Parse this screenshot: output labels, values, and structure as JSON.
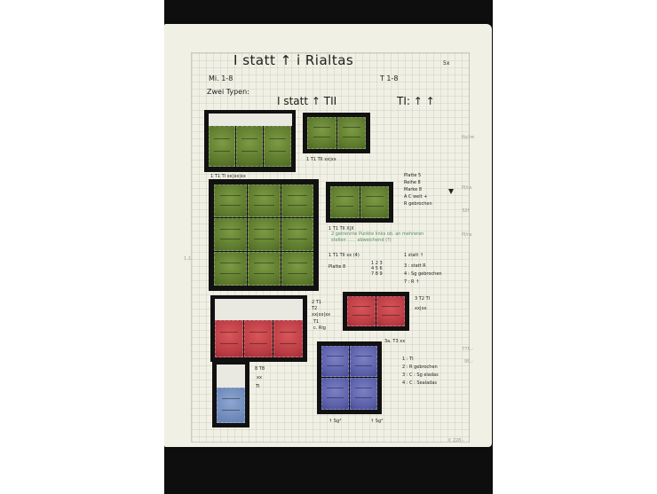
{
  "album_page": {
    "title": "I statt ↑ i Rialtas",
    "corner_mark": "5x",
    "mi_range": "Mi. 1-8",
    "t_range": "T 1-8",
    "zwei_typen": "Zwei Typen:",
    "type_main": "I statt ↑ TII",
    "type_alt": "TI: ↑ ↑"
  },
  "annotations": {
    "a1": "1 T1  TII  xx|xx",
    "a2": "1 T1  TI  xx|xx|xx",
    "a3": "1 T1  TII  X|X",
    "plattes": [
      "Platte 5",
      "Reihe 8",
      "Marke 8",
      "A C weit +",
      "R gebrochen"
    ],
    "green_note": [
      "2 getrennte Punkte links ob. an mehreren",
      "stellen ...... abweichend (?)"
    ],
    "b1": "1 T1  TII  xx (4)",
    "statt": "1 statt ↑",
    "platte8": "Platte 8",
    "grid_nums": [
      "1 2 3",
      "4 5 6",
      "7 8 9"
    ],
    "notes1": [
      "3 : statt R",
      "4 : Sg gebrochen",
      "7 : R ↑"
    ],
    "c1": [
      "2 T1",
      "T2",
      "xx|xx|xx"
    ],
    "c1_extra": [
      "T1",
      "c. Rig"
    ],
    "d1": [
      "3 T2 TI",
      "xx|xx"
    ],
    "e1": "3a. T3  xx",
    "notes2": [
      "1 : TI",
      "2 : R gebrochen",
      "3 : C : Sg eladas",
      "4 : C : Sealadas"
    ],
    "f1": [
      "8 T8",
      "xx",
      "TI"
    ],
    "pointers": [
      "↑ Sg°",
      "↑ Sg°"
    ],
    "right_faint": [
      "Ko/ne",
      "Pl/ra",
      "32f",
      "Pl/ra",
      "775.-",
      "95.-",
      "€ 228.-"
    ],
    "left_faint": "1.2."
  }
}
